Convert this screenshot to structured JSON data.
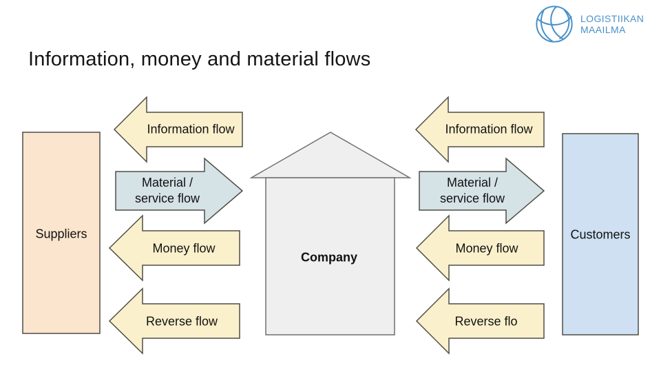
{
  "logo": {
    "line1": "LOGISTIIKAN",
    "line2": "MAAILMA"
  },
  "title": "Information, money and material flows",
  "entities": {
    "suppliers": {
      "label": "Suppliers",
      "fill": "#fbe5ce"
    },
    "company": {
      "label": "Company",
      "fill": "#efefef"
    },
    "customers": {
      "label": "Customers",
      "fill": "#cee0f2"
    }
  },
  "flows": {
    "left": {
      "information": {
        "label": "Information flow",
        "direction": "left"
      },
      "material": {
        "label_line1": "Material /",
        "label_line2": "service flow",
        "direction": "right"
      },
      "money": {
        "label": "Money flow",
        "direction": "left"
      },
      "reverse": {
        "label": "Reverse flow",
        "direction": "left"
      }
    },
    "right": {
      "information": {
        "label": "Information flow",
        "direction": "left"
      },
      "material": {
        "label_line1": "Material /",
        "label_line2": "service flow",
        "direction": "right"
      },
      "money": {
        "label": "Money flow",
        "direction": "left"
      },
      "reverse": {
        "label": "Reverse flo",
        "direction": "left"
      }
    }
  },
  "colors": {
    "flow_yellow": "#fbf0cc",
    "flow_material": "#d5e2e6",
    "logo_blue": "#4a90c8"
  }
}
